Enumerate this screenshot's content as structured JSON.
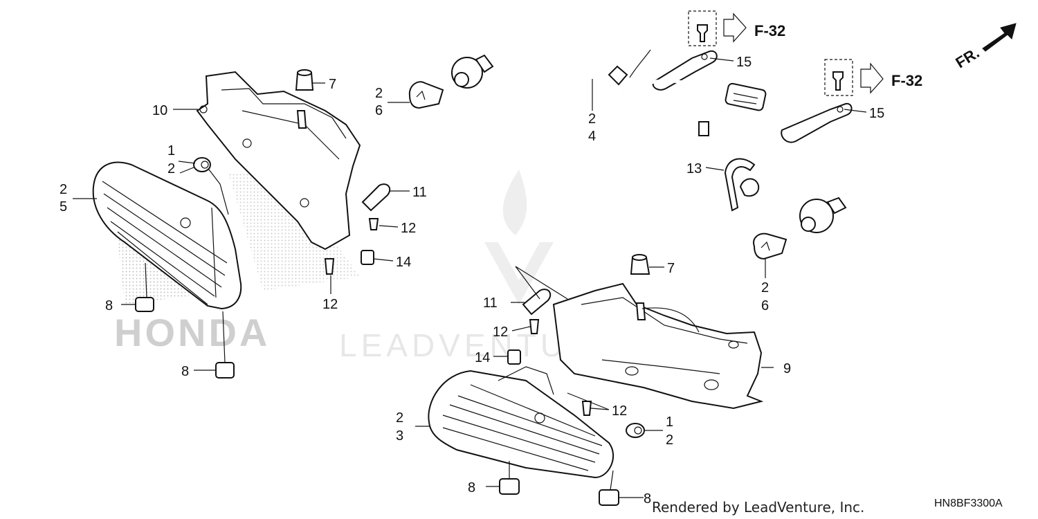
{
  "orientation_label": "FR.",
  "diagram_code": "HN8BF3300A",
  "rendered_by": "Rendered by LeadVenture, Inc.",
  "watermarks": {
    "honda": "HONDA",
    "leadventure": "LEADVENTURE"
  },
  "refs": {
    "f32_top": "F-32",
    "f32_right": "F-32"
  },
  "callouts": {
    "c1a": "1",
    "c1b": "2",
    "c2a": "2",
    "c2b": "5",
    "c3a": "2",
    "c3b": "6",
    "c4a": "2",
    "c4b": "4",
    "c5a": "2",
    "c5b": "6",
    "c6a": "2",
    "c6b": "3",
    "c7a": "1",
    "c7b": "2",
    "n7_top": "7",
    "n7_mid": "7",
    "n8_a": "8",
    "n8_b": "8",
    "n8_c": "8",
    "n8_d": "8",
    "n9": "9",
    "n10": "10",
    "n11_a": "11",
    "n11_b": "11",
    "n12_a": "12",
    "n12_b": "12",
    "n12_c": "12",
    "n12_d": "12",
    "n13": "13",
    "n14_a": "14",
    "n14_b": "14",
    "n15_a": "15",
    "n15_b": "15"
  }
}
